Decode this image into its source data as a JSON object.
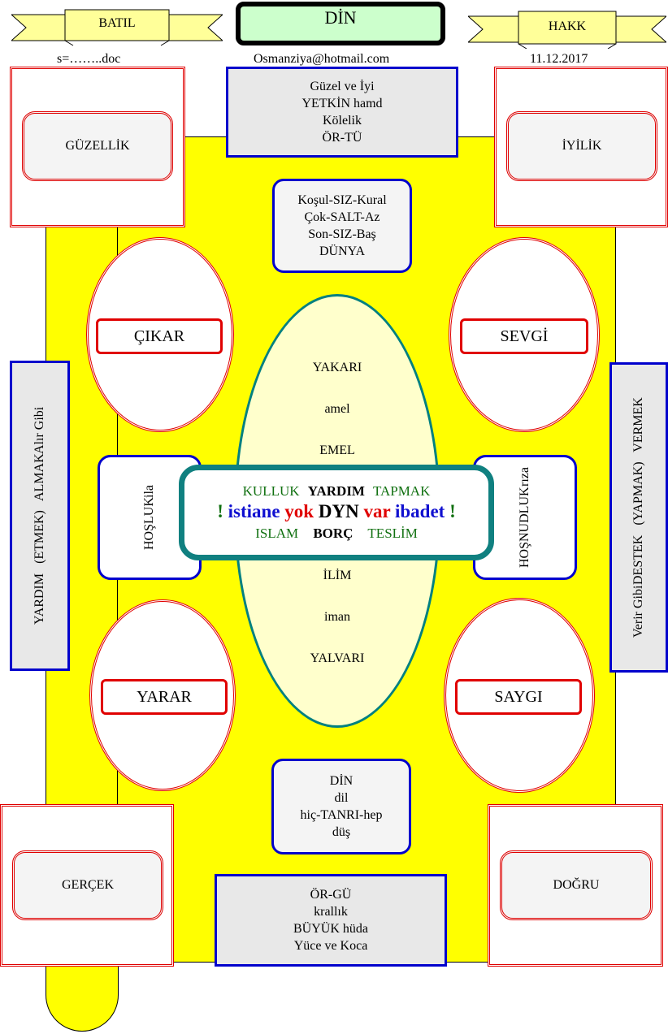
{
  "header": {
    "batil": "BATIL",
    "din": "DİN",
    "hakk": "HAKK",
    "file": "s=……..doc",
    "email": "Osmanziya@hotmail.com",
    "date": "11.12.2017"
  },
  "corners": {
    "top_left": "GÜZELLİK",
    "top_right": "İYİLİK",
    "bottom_left": "GERÇEK",
    "bottom_right": "DOĞRU"
  },
  "top_box": [
    "Güzel ve İyi",
    "YETKİN hamd",
    "Kölelik",
    "ÖR-TÜ"
  ],
  "top_mid_box": [
    "Koşul-SIZ-Kural",
    "Çok-SALT-Az",
    "Son-SIZ-Baş",
    "DÜNYA"
  ],
  "bottom_mid_box": [
    "DİN",
    "dil",
    "hiç-TANRI-hep",
    "düş"
  ],
  "bottom_box": [
    "ÖR-GÜ",
    "krallık",
    "BÜYÜK hüda",
    "Yüce ve Koca"
  ],
  "ovals": {
    "cikar": "ÇIKAR",
    "sevgi": "SEVGİ",
    "yarar": "YARAR",
    "saygi": "SAYGI"
  },
  "side_left": {
    "line1": "YARDIM   (ETMEK)   ALMAK",
    "line2": "Alır Gibi"
  },
  "side_right": {
    "line1": "Verir Gibi",
    "line2": "DESTEK   (YAPMAK)   VERMEK"
  },
  "hosluk": {
    "title": "HOŞLUK",
    "sub": "ila"
  },
  "hosnudluk": {
    "title": "HOŞNUDLUK",
    "sub": "rıza"
  },
  "central_oval_top": [
    "YAKARI",
    "amel",
    "EMEL"
  ],
  "central_oval_bottom": [
    "İLİM",
    "iman",
    "YALVARI"
  ],
  "center": {
    "row1": {
      "a": "KULLUK",
      "b": "YARDIM",
      "c": "TAPMAK"
    },
    "row2": {
      "excl1": "!",
      "w1": "istiane",
      "w2": "yok",
      "w3": "DYN",
      "w4": "var",
      "w5": "ibadet",
      "excl2": "!"
    },
    "row3": {
      "a": "ISLAM",
      "b": "BORÇ",
      "c": "TESLİM"
    }
  }
}
